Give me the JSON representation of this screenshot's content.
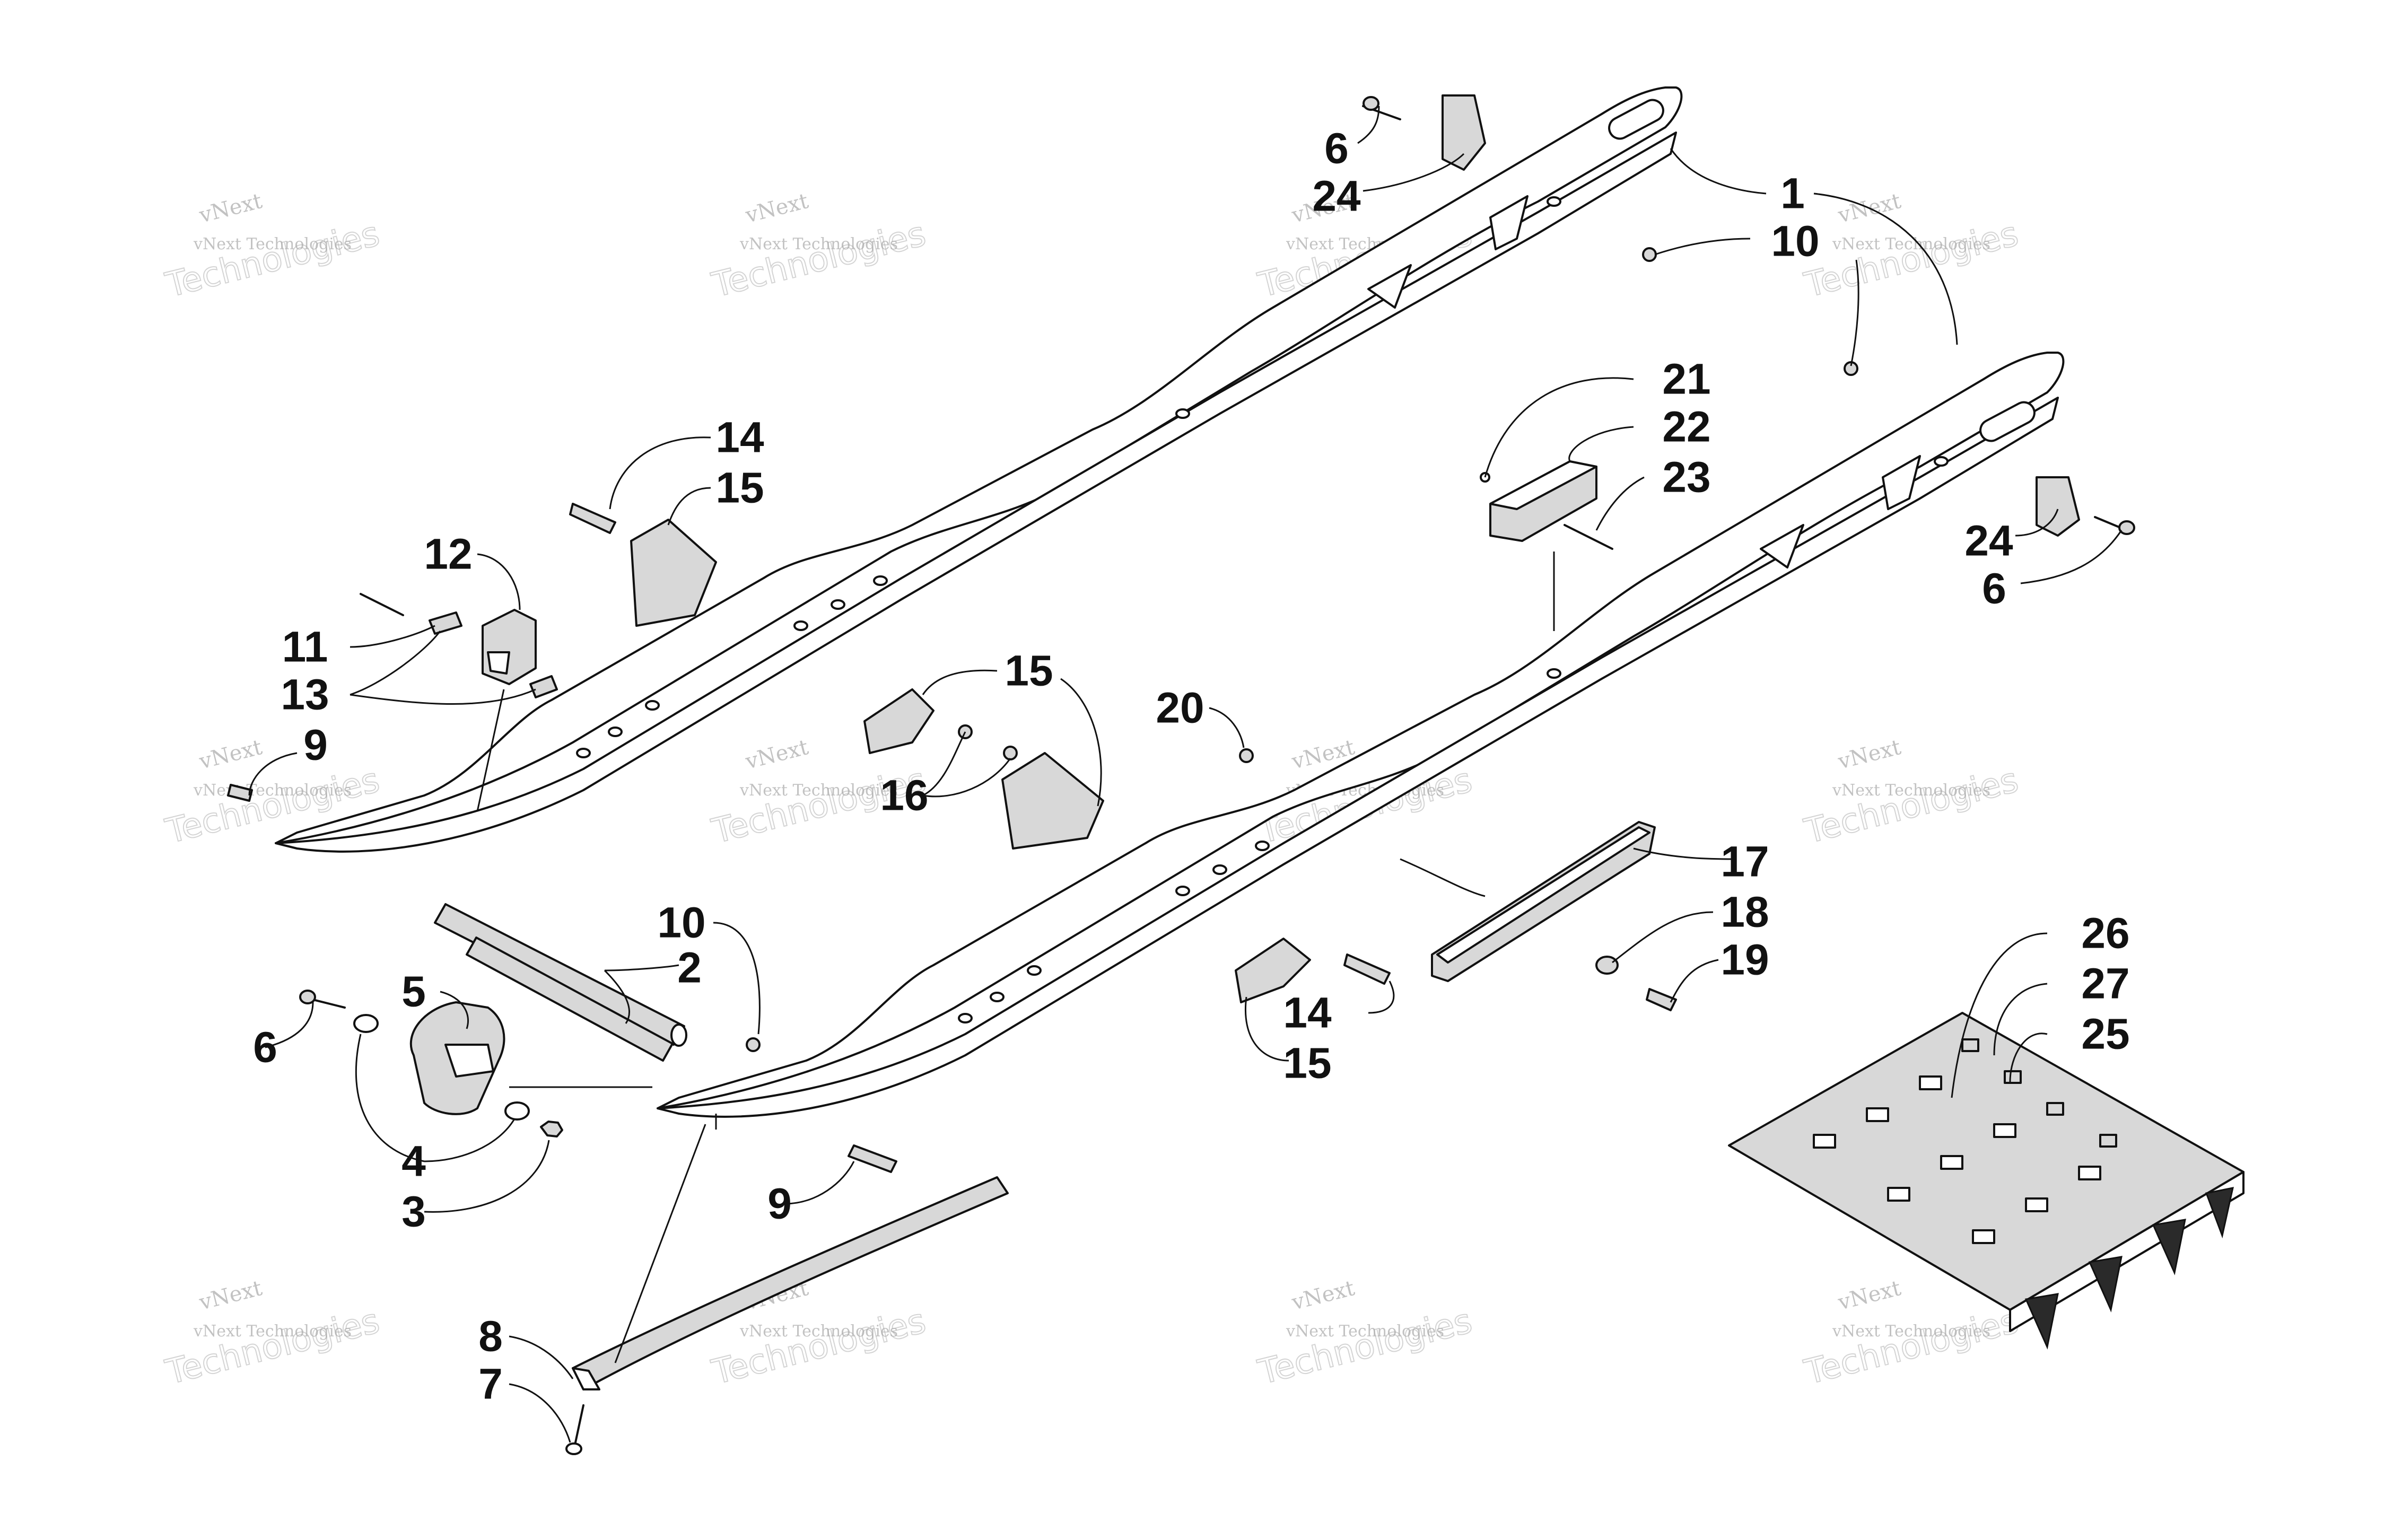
{
  "watermark": {
    "line1": "vNext",
    "line2": "vNext Technologies",
    "big": "Technologies"
  },
  "callouts": {
    "c1": "1",
    "c2": "2",
    "c3": "3",
    "c4": "4",
    "c5": "5",
    "c6a": "6",
    "c6b": "6",
    "c6c": "6",
    "c7": "7",
    "c8": "8",
    "c9a": "9",
    "c9b": "9",
    "c10a": "10",
    "c10b": "10",
    "c11": "11",
    "c12": "12",
    "c13": "13",
    "c14a": "14",
    "c14b": "14",
    "c15a": "15",
    "c15b": "15",
    "c15c": "15",
    "c16": "16",
    "c17": "17",
    "c18": "18",
    "c19": "19",
    "c20": "20",
    "c21": "21",
    "c22": "22",
    "c23": "23",
    "c24a": "24",
    "c24b": "24",
    "c25": "25",
    "c26": "26",
    "c27": "27"
  }
}
